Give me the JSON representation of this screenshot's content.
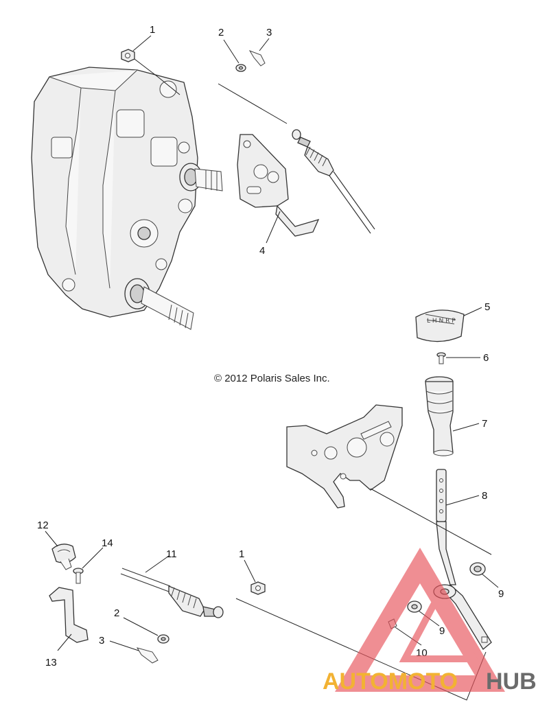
{
  "copyright": "© 2012 Polaris Sales Inc.",
  "callouts": {
    "c1a": "1",
    "c2a": "2",
    "c3a": "3",
    "c4": "4",
    "c5": "5",
    "c6": "6",
    "c7": "7",
    "c8": "8",
    "c9a": "9",
    "c9b": "9",
    "c10": "10",
    "c11": "11",
    "c12": "12",
    "c13": "13",
    "c14": "14",
    "c1b": "1",
    "c2b": "2",
    "c3b": "3"
  },
  "watermark": {
    "part1": "AUTOMOTO",
    "part2": "HUB",
    "colors": {
      "triangle": "#e8525a",
      "auto": "#f2b233",
      "hub": "#6b6b6b"
    }
  }
}
